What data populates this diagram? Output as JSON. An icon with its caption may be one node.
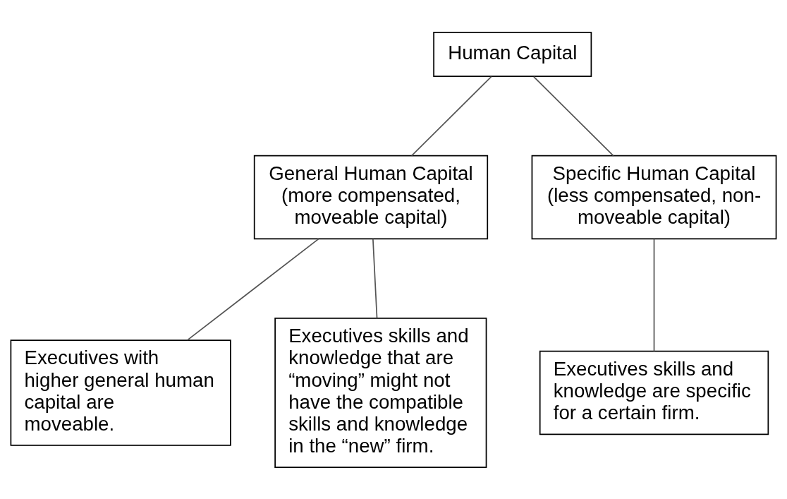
{
  "diagram": {
    "nodes": [
      {
        "text": [
          "Human Capital"
        ]
      },
      {
        "text": [
          "General Human Capital (more compensated, moveable capital)"
        ]
      },
      {
        "text": [
          "Specific Human Capital (less compensated, non-moveable capital)"
        ]
      },
      {
        "text": [
          "Executives with higher general human capital are moveable."
        ]
      },
      {
        "text": [
          "Executives skills and knowledge that are “moving” might not have the compatible skills and knowledge in the “new” firm."
        ]
      },
      {
        "text": [
          "Executives skills and knowledge are specific for a certain firm."
        ]
      }
    ],
    "edges": [
      {
        "from": 0,
        "to": 1,
        "arrow": "none"
      },
      {
        "from": 0,
        "to": 2,
        "arrow": "none"
      },
      {
        "from": 1,
        "to": 3,
        "arrow": "none"
      },
      {
        "from": 1,
        "to": 4,
        "arrow": "none"
      },
      {
        "from": 2,
        "to": 5,
        "arrow": "none"
      }
    ]
  }
}
